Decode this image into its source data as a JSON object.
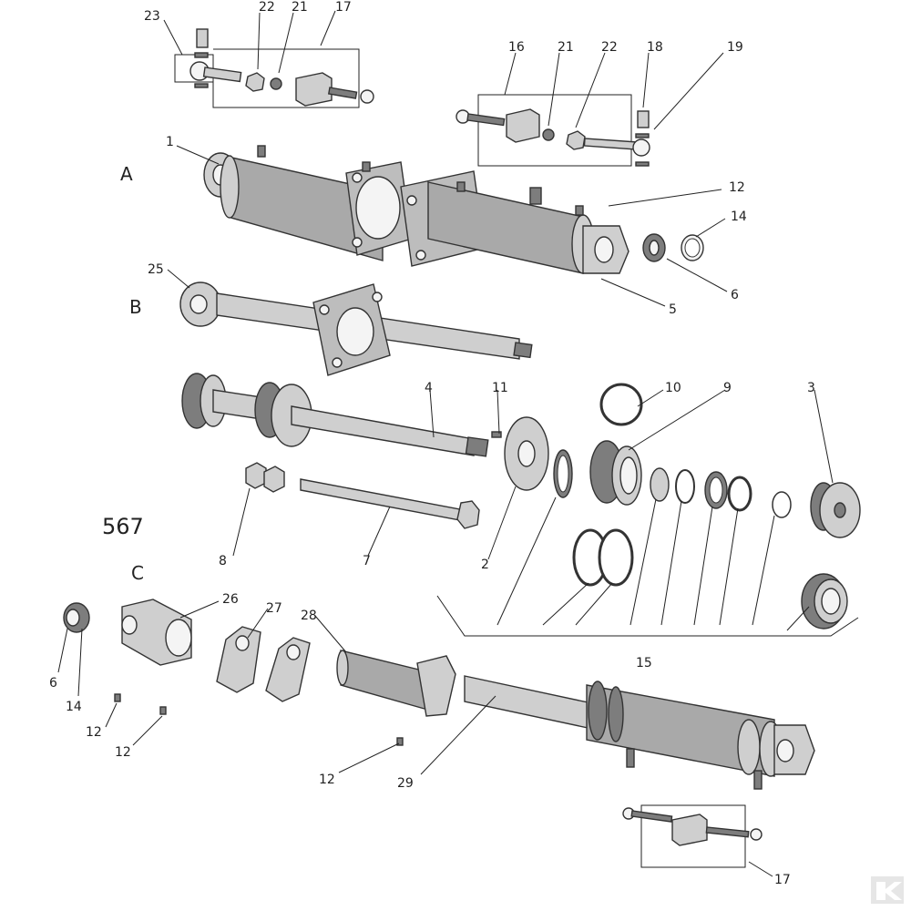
{
  "diagram": {
    "model_number": "567",
    "sections": {
      "A": "A",
      "B": "B",
      "C": "C"
    },
    "labels": {
      "l23": "23",
      "l22a": "22",
      "l21a": "21",
      "l17a": "17",
      "l16": "16",
      "l21b": "21",
      "l22b": "22",
      "l18": "18",
      "l19": "19",
      "l1": "1",
      "l12a": "12",
      "l14a": "14",
      "l6a": "6",
      "l5": "5",
      "l25": "25",
      "l4": "4",
      "l11": "11",
      "l10": "10",
      "l9": "9",
      "l3": "3",
      "l2": "2",
      "l8": "8",
      "l7": "7",
      "l15": "15",
      "l26": "26",
      "l27": "27",
      "l28": "28",
      "l6b": "6",
      "l14b": "14",
      "l12b": "12",
      "l12c": "12",
      "l12d": "12",
      "l29": "29",
      "l17b": "17"
    },
    "colors": {
      "part_fill": "#a9a9a9",
      "outline": "#333333"
    },
    "logo_icon": "brand-logo-icon"
  }
}
